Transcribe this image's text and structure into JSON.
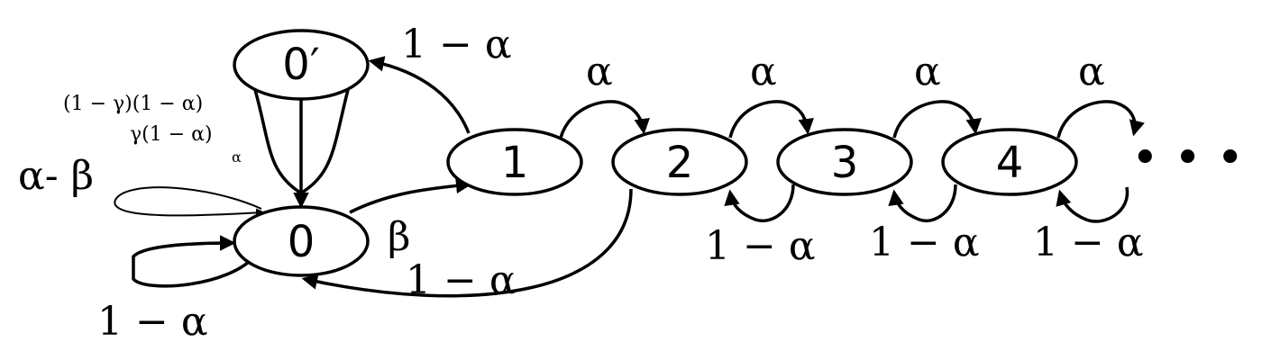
{
  "states": {
    "s0": "0",
    "s0p": "0′",
    "s1": "1",
    "s2": "2",
    "s3": "3",
    "s4": "4",
    "ellipsis": "• • •"
  },
  "edges": {
    "e1_to_0p": "1 − α",
    "e0_to_1": "β",
    "e2_to_0": "1 − α",
    "self0_top": "α- β",
    "self0_bottom": "1 − α",
    "e0p_to_0_outer": "(1 − γ)(1 − α)",
    "e0p_to_0_mid": "γ(1 − α)",
    "e0p_to_0_inner": "α",
    "fwd_1_2": "α",
    "fwd_2_3": "α",
    "fwd_3_4": "α",
    "fwd_4_next": "α",
    "back_3_2": "1 − α",
    "back_4_3": "1 − α",
    "back_next_4": "1 − α"
  }
}
